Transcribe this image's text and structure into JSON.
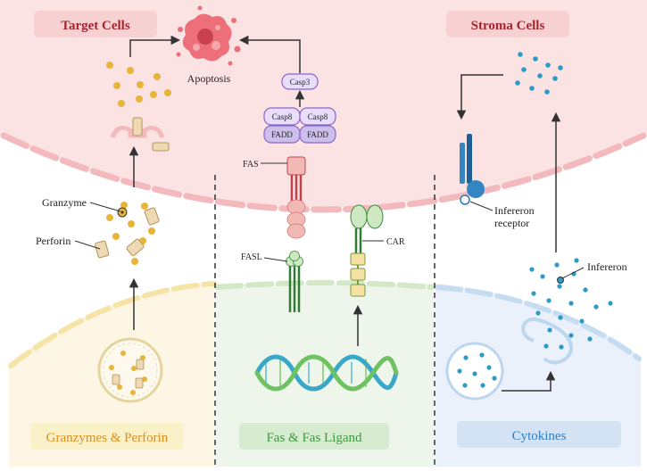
{
  "top_labels": {
    "target_cells": "Target Cells",
    "stroma_cells": "Stroma Cells"
  },
  "labels": {
    "apoptosis": "Apoptosis",
    "granzyme": "Granzyme",
    "perforin": "Perforin",
    "casp3": "Casp3",
    "casp8_left": "Casp8",
    "casp8_right": "Casp8",
    "fadd_left": "FADD",
    "fadd_right": "FADD",
    "fas": "FAS",
    "fasl": "FASL",
    "car": "CAR",
    "infereron_receptor_line1": "Infereron",
    "infereron_receptor_line2": "receptor",
    "infereron": "Infereron"
  },
  "bottom_labels": {
    "granzymes_perforin": "Granzymes & Perforin",
    "fas_ligand": "Fas & Fas Ligand",
    "cytokines": "Cytokines"
  },
  "colors": {
    "target_cell_fill": "#fbe3e4",
    "target_cell_membrane": "#f3b9bc",
    "label_box": "#f7d0d2",
    "label_text": "#a4262c",
    "left_panel_bg": "#fdf6e4",
    "left_membrane": "#f6e3a6",
    "granzyme_label_bg": "#fbf1c9",
    "granzyme_label_text": "#e08d1a",
    "middle_panel_bg": "#eef5ea",
    "middle_membrane": "#d3e8c7",
    "fas_label_bg": "#d7ebd0",
    "fas_label_text": "#3d9a3d",
    "right_panel_bg": "#eaf1fa",
    "right_membrane": "#c6dcf1",
    "cytokine_label_bg": "#d3e3f4",
    "cytokine_label_text": "#2f7ec4",
    "granule": "#e9b43a",
    "perforin_tube": "#eed9b5",
    "apoptosis_cell": "#ec6f7a",
    "casp_fill": "#e8defb",
    "casp_stroke": "#8a64c8",
    "fas_receptor": "#f2b8b4",
    "fas_stem": "#c0434a",
    "car_fill": "#f3e2a4",
    "car_stroke": "#7c9a36",
    "dna_blue": "#39a7c9",
    "dna_green": "#6fc262",
    "cytokine_dot": "#2d9ac7",
    "receptor_blue": "#3386c2"
  }
}
